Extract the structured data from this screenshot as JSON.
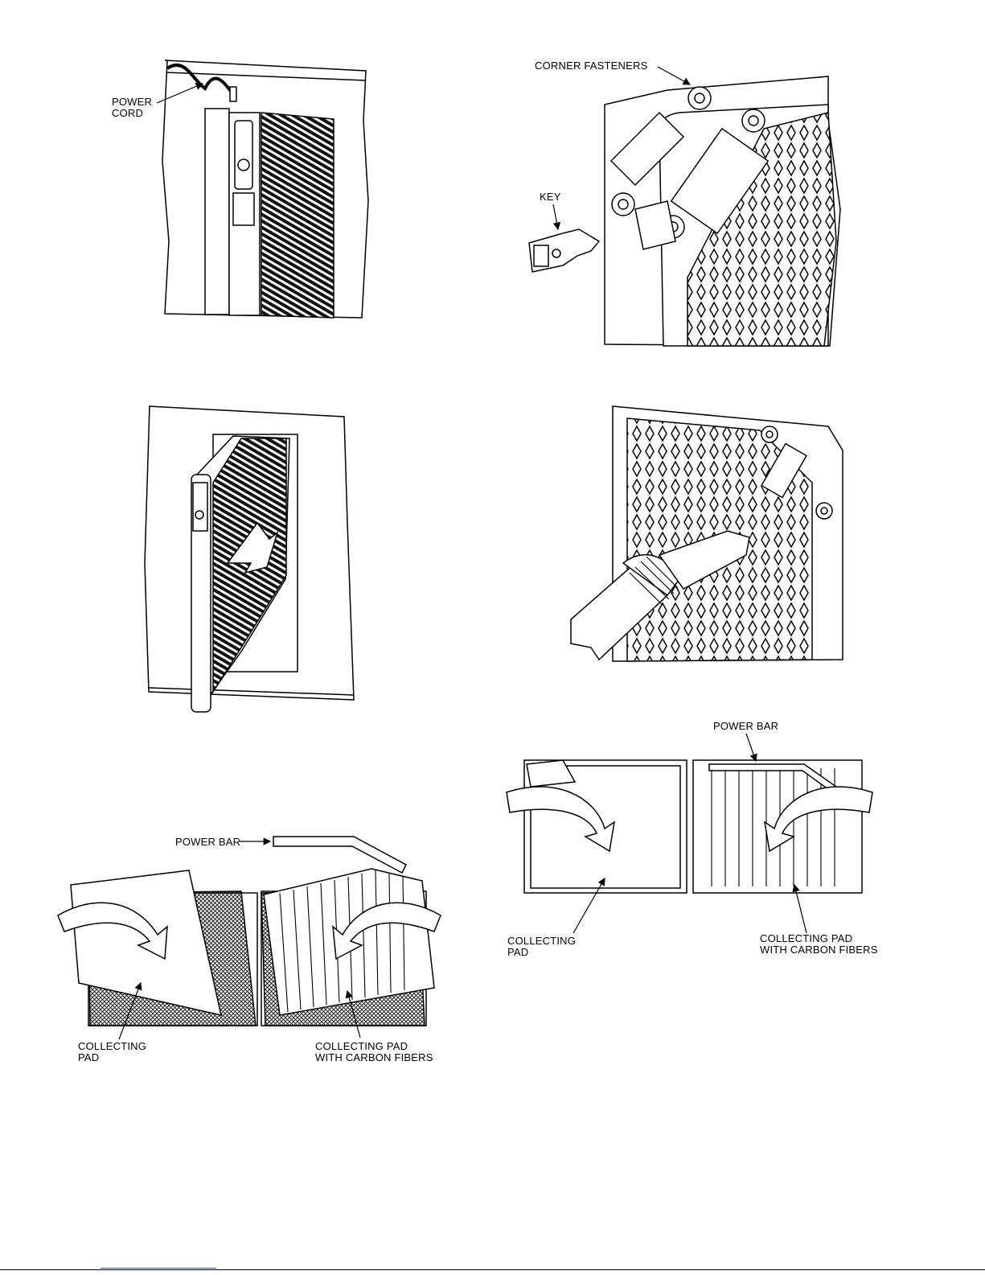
{
  "figures": {
    "power_cord": {
      "label": "POWER\nCORD"
    },
    "corner_fasteners": {
      "fasteners_label": "CORNER FASTENERS",
      "key_label": "KEY"
    },
    "pad_removal_left": {
      "power_bar_label": "POWER BAR",
      "collecting_pad_label": "COLLECTING\nPAD",
      "carbon_pad_label": "COLLECTING PAD\nWITH CARBON FIBERS"
    },
    "pad_removal_right": {
      "power_bar_label": "POWER BAR",
      "collecting_pad_label": "COLLECTING\nPAD",
      "carbon_pad_label": "COLLECTING PAD\nWITH CARBON FIBERS"
    }
  },
  "colors": {
    "ink": "#000000",
    "paper": "#ffffff",
    "footer_link": "#1a4fd6"
  }
}
